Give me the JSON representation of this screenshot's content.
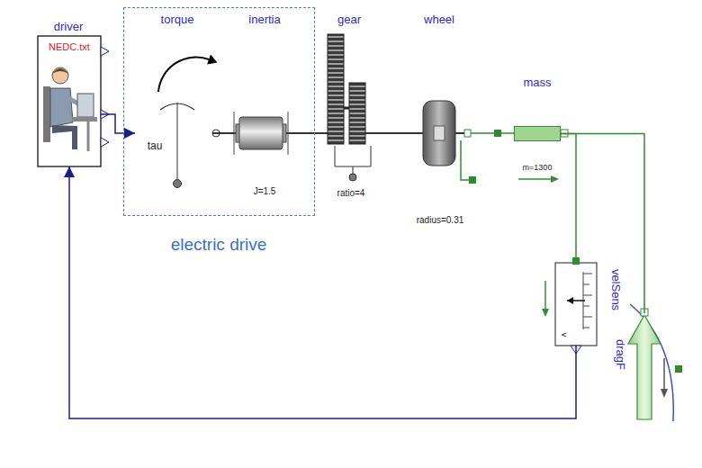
{
  "diagram": {
    "nodes": [
      {
        "text": [
          "driver",
          "NEDC.txt"
        ]
      },
      {
        "text": [
          "electric drive"
        ]
      },
      {
        "text": [
          "torque",
          "tau"
        ],
        "in": 1
      },
      {
        "text": [
          "inertia",
          "J=1.5"
        ],
        "in": 1
      },
      {
        "text": [
          "gear",
          "ratio=4"
        ]
      },
      {
        "text": [
          "wheel",
          "radius=0.31"
        ]
      },
      {
        "text": [
          "mass",
          "m=1300"
        ]
      },
      {
        "text": [
          "velSens",
          "v"
        ]
      },
      {
        "text": [
          "dragF"
        ]
      }
    ],
    "edges": [
      {
        "from": 0,
        "to": 2,
        "arrow": "to"
      },
      {
        "from": 2,
        "to": 3,
        "arrow": "none"
      },
      {
        "from": 3,
        "to": 4,
        "arrow": "none"
      },
      {
        "from": 4,
        "to": 5,
        "arrow": "none"
      },
      {
        "from": 5,
        "to": 6,
        "arrow": "none"
      },
      {
        "from": 6,
        "to": 7,
        "arrow": "none"
      },
      {
        "from": 6,
        "to": 8,
        "arrow": "none"
      },
      {
        "from": 7,
        "to": 0,
        "arrow": "to"
      }
    ]
  }
}
